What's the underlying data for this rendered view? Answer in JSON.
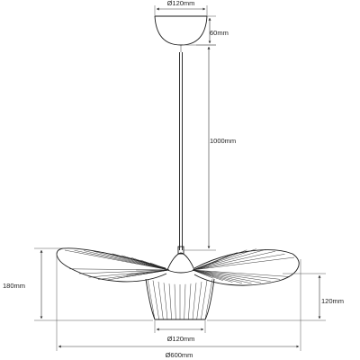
{
  "dimensions": {
    "canopy_diameter": "Ø120mm",
    "canopy_height": "60mm",
    "cable_length": "1000mm",
    "total_height": "180mm",
    "cage_height": "120mm",
    "cage_diameter": "Ø120mm",
    "overall_diameter": "Ø600mm"
  },
  "colors": {
    "line": "#1a1a1a",
    "dimension": "#333333",
    "background": "#ffffff"
  }
}
